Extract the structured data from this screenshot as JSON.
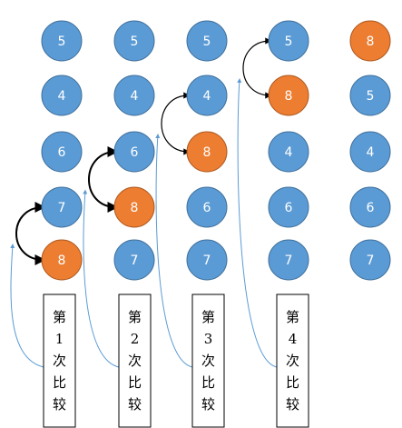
{
  "columns": [
    {
      "values": [
        "5",
        "4",
        "6",
        "7",
        "8"
      ],
      "highlight": 4,
      "swap_from": 3,
      "caption": [
        "第",
        "1",
        "次",
        "比",
        "较"
      ]
    },
    {
      "values": [
        "5",
        "4",
        "6",
        "8",
        "7"
      ],
      "highlight": 3,
      "swap_from": 2,
      "caption": [
        "第",
        "2",
        "次",
        "比",
        "较"
      ]
    },
    {
      "values": [
        "5",
        "4",
        "8",
        "6",
        "7"
      ],
      "highlight": 2,
      "swap_from": 1,
      "caption": [
        "第",
        "3",
        "次",
        "比",
        "较"
      ]
    },
    {
      "values": [
        "5",
        "8",
        "4",
        "6",
        "7"
      ],
      "highlight": 1,
      "swap_from": 0,
      "caption": [
        "第",
        "4",
        "次",
        "比",
        "较"
      ]
    },
    {
      "values": [
        "8",
        "5",
        "4",
        "6",
        "7"
      ],
      "highlight": 0,
      "swap_from": null,
      "caption": []
    }
  ],
  "colors": {
    "blue": "#5B9BD5",
    "blue_border": "#41719C",
    "orange": "#ED7D31",
    "orange_border": "#AE5A21",
    "arrow": "#000000",
    "connector": "#5B9BD5",
    "text_on_circle": "#FFFFFF",
    "box_border": "#000000"
  }
}
